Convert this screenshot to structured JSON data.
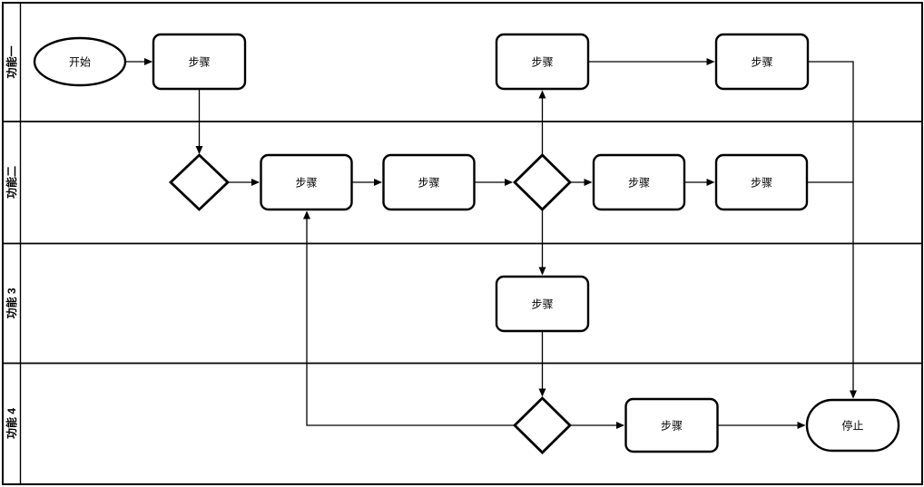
{
  "diagram": {
    "kind": "cross-functional-flowchart",
    "colors": {
      "stroke": "#000000",
      "shape_fill": "#ffffff",
      "background": "#ffffff"
    },
    "lanes": [
      {
        "label": "功能一"
      },
      {
        "label": "功能二"
      },
      {
        "label": "功能 3"
      },
      {
        "label": "功能 4"
      }
    ],
    "nodes": {
      "start": {
        "label": "开始",
        "shape": "terminator-ellipse",
        "lane": "功能一"
      },
      "l1_step1": {
        "label": "步骤",
        "shape": "process",
        "lane": "功能一"
      },
      "l1_step2": {
        "label": "步骤",
        "shape": "process",
        "lane": "功能一"
      },
      "l1_step3": {
        "label": "步骤",
        "shape": "process",
        "lane": "功能一"
      },
      "l2_decision1": {
        "label": "",
        "shape": "decision",
        "lane": "功能二"
      },
      "l2_step1": {
        "label": "步骤",
        "shape": "process",
        "lane": "功能二"
      },
      "l2_step2": {
        "label": "步骤",
        "shape": "process",
        "lane": "功能二"
      },
      "l2_decision2": {
        "label": "",
        "shape": "decision",
        "lane": "功能二"
      },
      "l2_step3": {
        "label": "步骤",
        "shape": "process",
        "lane": "功能二"
      },
      "l2_step4": {
        "label": "步骤",
        "shape": "process",
        "lane": "功能二"
      },
      "l3_step1": {
        "label": "步骤",
        "shape": "process",
        "lane": "功能 3"
      },
      "l4_decision": {
        "label": "",
        "shape": "decision",
        "lane": "功能 4"
      },
      "l4_step1": {
        "label": "步骤",
        "shape": "process",
        "lane": "功能 4"
      },
      "stop": {
        "label": "停止",
        "shape": "terminator-stadium",
        "lane": "功能 4"
      }
    },
    "edges": [
      {
        "from": "start",
        "to": "l1_step1"
      },
      {
        "from": "l1_step1",
        "to": "l2_decision1"
      },
      {
        "from": "l2_decision1",
        "to": "l2_step1"
      },
      {
        "from": "l2_step1",
        "to": "l2_step2"
      },
      {
        "from": "l2_step2",
        "to": "l2_decision2"
      },
      {
        "from": "l2_decision2",
        "to": "l1_step2"
      },
      {
        "from": "l1_step2",
        "to": "l1_step3"
      },
      {
        "from": "l1_step3",
        "to": "stop"
      },
      {
        "from": "l2_decision2",
        "to": "l2_step3"
      },
      {
        "from": "l2_step3",
        "to": "l2_step4"
      },
      {
        "from": "l2_step4",
        "to": "stop"
      },
      {
        "from": "l2_decision2",
        "to": "l3_step1"
      },
      {
        "from": "l3_step1",
        "to": "l4_decision"
      },
      {
        "from": "l4_decision",
        "to": "l2_step1"
      },
      {
        "from": "l4_decision",
        "to": "l4_step1"
      },
      {
        "from": "l4_step1",
        "to": "stop"
      }
    ]
  }
}
